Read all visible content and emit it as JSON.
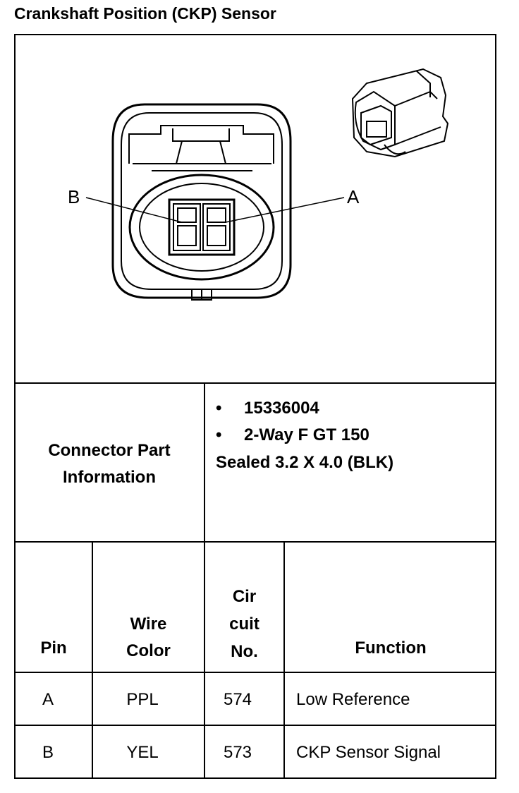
{
  "title": "Crankshaft Position (CKP) Sensor",
  "connector_diagram": {
    "pin_label_b": "B",
    "pin_label_a": "A"
  },
  "connector_info": {
    "label_line1": "Connector Part",
    "label_line2": "Information",
    "bullet": "•",
    "items": [
      "15336004",
      "2-Way F GT 150"
    ],
    "sub_line": "Sealed 3.2 X 4.0 (BLK)"
  },
  "table": {
    "headers": {
      "pin": "Pin",
      "wire_color_1": "Wire",
      "wire_color_2": "Color",
      "circuit_1": "Cir",
      "circuit_2": "cuit",
      "circuit_3": "No.",
      "function": "Function"
    },
    "rows": [
      {
        "pin": "A",
        "wire_color": "PPL",
        "circuit": "574",
        "function": "Low Reference"
      },
      {
        "pin": "B",
        "wire_color": "YEL",
        "circuit": "573",
        "function": "CKP Sensor Signal"
      }
    ]
  }
}
